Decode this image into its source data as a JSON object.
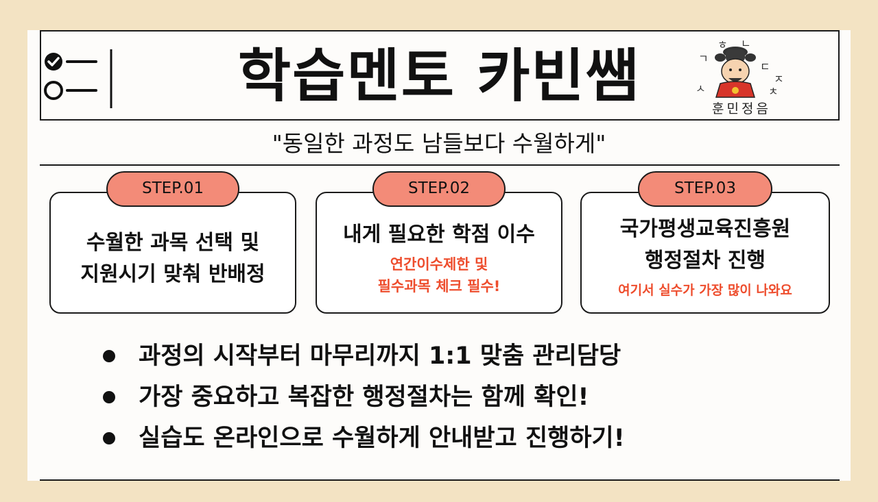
{
  "header": {
    "title": "학습멘토 카빈쌤",
    "mascot_caption": "훈민정음",
    "mascot_letters": [
      "ㅎ",
      "ㄴ",
      "ㄷ",
      "ㄱ",
      "ㅈ",
      "ㅅ",
      "ㅊ"
    ]
  },
  "subtitle": "\"동일한 과정도 남들보다 수월하게\"",
  "steps": [
    {
      "label": "STEP.01",
      "lines": [
        "수월한 과목 선택 및",
        "지원시기 맞춰 반배정"
      ],
      "notes": []
    },
    {
      "label": "STEP.02",
      "lines": [
        "내게 필요한 학점 이수"
      ],
      "notes": [
        "연간이수제한 및",
        "필수과목 체크 필수!"
      ]
    },
    {
      "label": "STEP.03",
      "lines": [
        "국가평생교육진흥원",
        "행정절차 진행"
      ],
      "notes": [
        "여기서 실수가 가장 많이 나와요"
      ]
    }
  ],
  "bullets": [
    "과정의 시작부터 마무리까지 1:1 맞춤 관리담당",
    "가장 중요하고 복잡한 행정절차는 함께 확인!",
    "실습도 온라인으로 수월하게 안내받고 진행하기!"
  ],
  "colors": {
    "accent_pill": "#f38b78",
    "note_red": "#ee4d2d",
    "background": "#f3e3c3"
  },
  "icons": {
    "checklist": "checklist-icon",
    "mascot": "king-sejong-mascot-icon"
  }
}
